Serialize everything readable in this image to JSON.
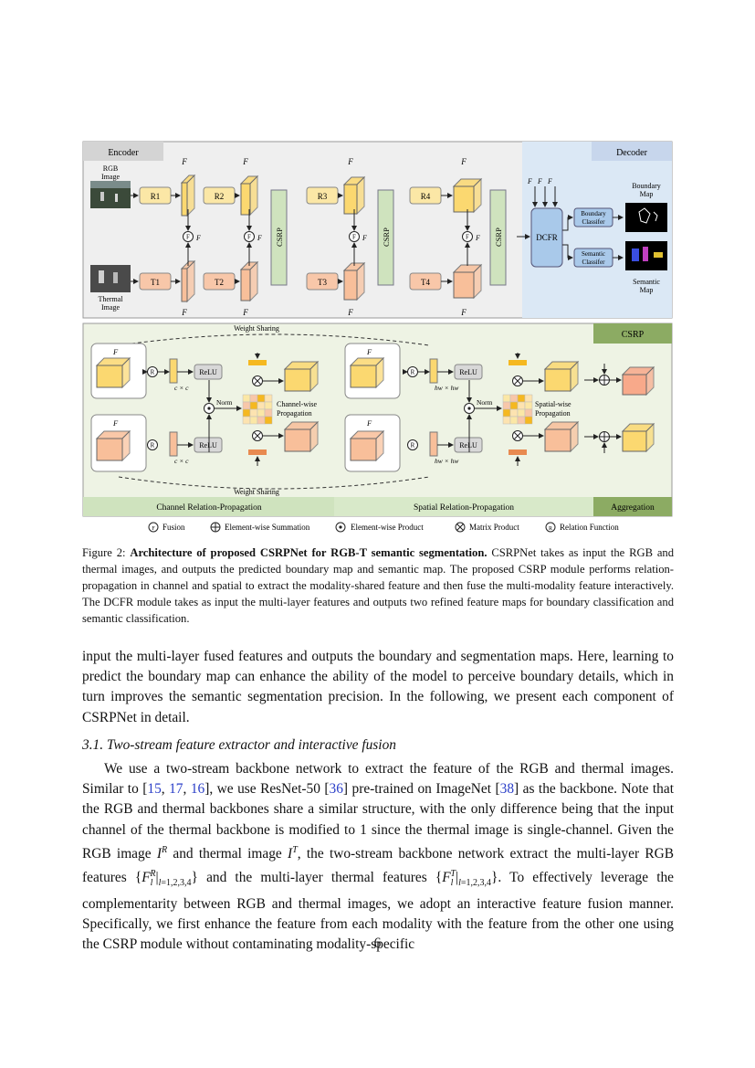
{
  "figure": {
    "encoder_label": "Encoder",
    "decoder_label": "Decoder",
    "rgb_image_label": [
      "RGB",
      "Image"
    ],
    "thermal_image_label": [
      "Thermal",
      "Image"
    ],
    "rgb_blocks": [
      "R1",
      "R2",
      "R3",
      "R4"
    ],
    "thermal_blocks": [
      "T1",
      "T2",
      "T3",
      "T4"
    ],
    "csrp_block": "CSRP",
    "dcfr_block": "DCFR",
    "boundary_classifier": [
      "Boundary",
      "Classifer"
    ],
    "semantic_classifier": [
      "Semantic",
      "Classifer"
    ],
    "boundary_map_label": [
      "Boundary",
      "Map"
    ],
    "semantic_map_label": [
      "Semantic",
      "Map"
    ],
    "weight_sharing": "Weight Sharing",
    "csrp_panel_title": "CSRP",
    "relu": "ReLU",
    "norm": "Norm",
    "cxc": "c × c",
    "hwxhw": "hw × hw",
    "channel_prop": [
      "Channel-wise",
      "Propagation"
    ],
    "spatial_prop": [
      "Spatial-wise",
      "Propagation"
    ],
    "section_labels": [
      "Channel Relation-Propagation",
      "Spatial Relation-Propagation",
      "Aggregation"
    ],
    "legend": [
      "Fusion",
      "Element-wise Summation",
      "Element-wise Product",
      "Matrix Product",
      "Relation Function"
    ],
    "colors": {
      "rgb_block": "#fbe7a6",
      "thermal_block": "#f8c7a9",
      "csrp_green": "#cfe3be",
      "decoder_blue": "#dbe8f5",
      "panel_green": "#eef3e4"
    }
  },
  "caption": {
    "prefix": "Figure 2: ",
    "bold": "Architecture of proposed CSRPNet for RGB-T semantic segmentation.",
    "rest": " CSRPNet takes as input the RGB and thermal images, and outputs the predicted boundary map and semantic map. The proposed CSRP module performs relation-propagation in channel and spatial to extract the modality-shared feature and then fuse the multi-modality feature interactively. The DCFR module takes as input the multi-layer features and outputs two refined feature maps for boundary classification and semantic classification."
  },
  "para1": "input the multi-layer fused features and outputs the boundary and segmentation maps. Here, learning to predict the boundary map can enhance the ability of the model to perceive boundary details, which in turn improves the semantic segmentation precision. In the following, we present each component of CSRPNet in detail.",
  "section_heading": "3.1. Two-stream feature extractor and interactive fusion",
  "para2": {
    "s1": "We use a two-stream backbone network to extract the feature of the RGB and thermal images. Similar to [",
    "r1": "15",
    "r2": "17",
    "r3": "16",
    "s2": "], we use ResNet-50 [",
    "r4": "36",
    "s3": "] pre-trained on ImageNet [",
    "r5": "38",
    "s4": "] as the backbone. Note that the RGB and thermal backbones share a similar structure, with the only difference being that the input channel of the thermal backbone is modified to 1 since the thermal image is single-channel. Given the RGB image ",
    "s5": " and thermal image ",
    "s6": ", the two-stream backbone network extract the multi-layer RGB features ",
    "s7": " and the multi-layer thermal features ",
    "s8": ". To effectively leverage the complementarity between RGB and thermal images, we adopt an interactive feature fusion manner. Specifically, we first enhance the feature from each modality with the feature from the other one using the CSRP module without contaminating modality-specific"
  },
  "page_number": "6"
}
